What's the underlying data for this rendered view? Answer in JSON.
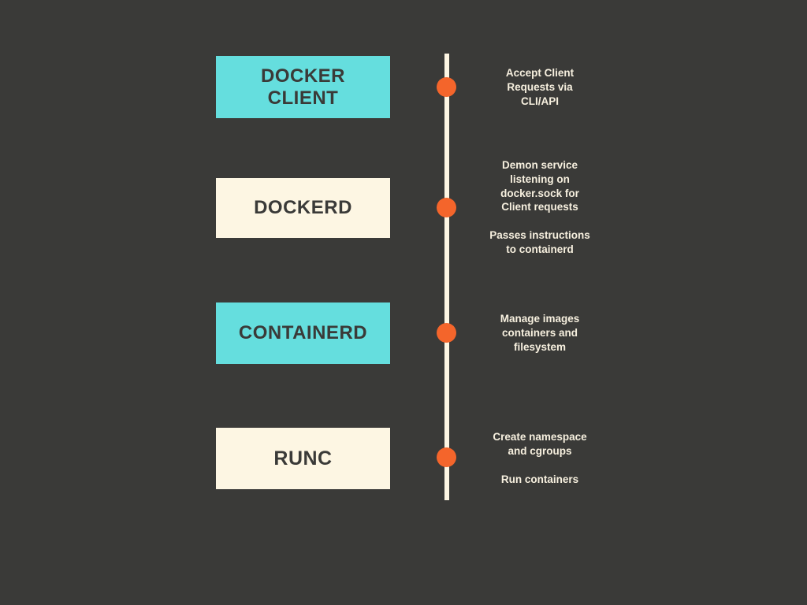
{
  "theme": {
    "background": "#3a3a38",
    "teal": "#65dede",
    "cream": "#fdf6e3",
    "orange": "#f4652b",
    "text_on_block": "#3a3a38",
    "text_on_background": "#f7f0df"
  },
  "diagram": {
    "type": "vertical-timeline",
    "stages": [
      {
        "id": "docker-client",
        "label": "DOCKER\nCLIENT",
        "block_color": "#65dede",
        "descriptions": [
          "Accept Client\nRequests via\nCLI/API"
        ]
      },
      {
        "id": "dockerd",
        "label": "DOCKERD",
        "block_color": "#fdf6e3",
        "descriptions": [
          "Demon service\nlistening on\ndocker.sock for\nClient requests",
          "Passes instructions\nto containerd"
        ]
      },
      {
        "id": "containerd",
        "label": "CONTAINERD",
        "block_color": "#65dede",
        "descriptions": [
          "Manage images\ncontainers and\nfilesystem"
        ]
      },
      {
        "id": "runc",
        "label": "RUNC",
        "block_color": "#fdf6e3",
        "descriptions": [
          "Create namespace\nand cgroups",
          "Run containers"
        ]
      }
    ]
  }
}
